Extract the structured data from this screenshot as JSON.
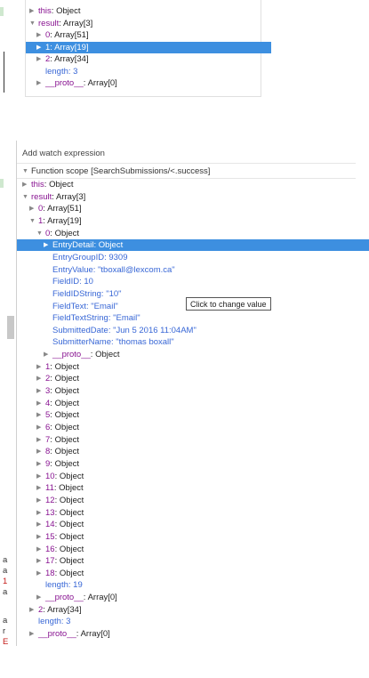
{
  "top": {
    "rows": [
      {
        "depth": 0,
        "name": "this",
        "value": "Object",
        "expand": "collapsed"
      },
      {
        "depth": 0,
        "name": "result",
        "value": "Array[3]",
        "expand": "expanded"
      },
      {
        "depth": 1,
        "name": "0",
        "value": "Array[51]",
        "expand": "collapsed"
      },
      {
        "depth": 1,
        "name": "1",
        "value": "Array[19]",
        "expand": "collapsed",
        "selected": true
      },
      {
        "depth": 1,
        "name": "2",
        "value": "Array[34]",
        "expand": "collapsed"
      },
      {
        "depth": 1,
        "name": "length",
        "value": "3",
        "plain": true
      },
      {
        "depth": 1,
        "name": "__proto__",
        "value": "Array[0]",
        "expand": "collapsed"
      }
    ]
  },
  "watch": {
    "header": "Add watch expression",
    "scope": "Function scope [SearchSubmissions/<.success]",
    "rows": [
      {
        "depth": 0,
        "name": "this",
        "value": "Object",
        "expand": "collapsed"
      },
      {
        "depth": 0,
        "name": "result",
        "value": "Array[3]",
        "expand": "expanded"
      },
      {
        "depth": 1,
        "name": "0",
        "value": "Array[51]",
        "expand": "collapsed"
      },
      {
        "depth": 1,
        "name": "1",
        "value": "Array[19]",
        "expand": "expanded"
      },
      {
        "depth": 2,
        "name": "0",
        "value": "Object",
        "expand": "expanded"
      },
      {
        "depth": 3,
        "name": "EntryDetail",
        "value": "Object",
        "expand": "collapsed",
        "selected": true
      },
      {
        "depth": 3,
        "name": "EntryGroupID",
        "value": "9309",
        "plain": true
      },
      {
        "depth": 3,
        "name": "EntryValue",
        "value": "\"tboxall@lexcom.ca\"",
        "plain": true
      },
      {
        "depth": 3,
        "name": "FieldID",
        "value": "10",
        "plain": true
      },
      {
        "depth": 3,
        "name": "FieldIDString",
        "value": "\"10\"",
        "plain": true
      },
      {
        "depth": 3,
        "name": "FieldText",
        "value": "\"Email\"",
        "plain": true
      },
      {
        "depth": 3,
        "name": "FieldTextString",
        "value": "\"Email\"",
        "plain": true
      },
      {
        "depth": 3,
        "name": "SubmittedDate",
        "value": "\"Jun  5 2016 11:04AM\"",
        "plain": true
      },
      {
        "depth": 3,
        "name": "SubmitterName",
        "value": "\"thomas boxall\"",
        "plain": true
      },
      {
        "depth": 3,
        "name": "__proto__",
        "value": "Object",
        "expand": "collapsed"
      },
      {
        "depth": 2,
        "name": "1",
        "value": "Object",
        "expand": "collapsed"
      },
      {
        "depth": 2,
        "name": "2",
        "value": "Object",
        "expand": "collapsed"
      },
      {
        "depth": 2,
        "name": "3",
        "value": "Object",
        "expand": "collapsed"
      },
      {
        "depth": 2,
        "name": "4",
        "value": "Object",
        "expand": "collapsed"
      },
      {
        "depth": 2,
        "name": "5",
        "value": "Object",
        "expand": "collapsed"
      },
      {
        "depth": 2,
        "name": "6",
        "value": "Object",
        "expand": "collapsed"
      },
      {
        "depth": 2,
        "name": "7",
        "value": "Object",
        "expand": "collapsed"
      },
      {
        "depth": 2,
        "name": "8",
        "value": "Object",
        "expand": "collapsed"
      },
      {
        "depth": 2,
        "name": "9",
        "value": "Object",
        "expand": "collapsed"
      },
      {
        "depth": 2,
        "name": "10",
        "value": "Object",
        "expand": "collapsed"
      },
      {
        "depth": 2,
        "name": "11",
        "value": "Object",
        "expand": "collapsed"
      },
      {
        "depth": 2,
        "name": "12",
        "value": "Object",
        "expand": "collapsed"
      },
      {
        "depth": 2,
        "name": "13",
        "value": "Object",
        "expand": "collapsed"
      },
      {
        "depth": 2,
        "name": "14",
        "value": "Object",
        "expand": "collapsed"
      },
      {
        "depth": 2,
        "name": "15",
        "value": "Object",
        "expand": "collapsed"
      },
      {
        "depth": 2,
        "name": "16",
        "value": "Object",
        "expand": "collapsed"
      },
      {
        "depth": 2,
        "name": "17",
        "value": "Object",
        "expand": "collapsed"
      },
      {
        "depth": 2,
        "name": "18",
        "value": "Object",
        "expand": "collapsed"
      },
      {
        "depth": 2,
        "name": "length",
        "value": "19",
        "plain": true
      },
      {
        "depth": 2,
        "name": "__proto__",
        "value": "Array[0]",
        "expand": "collapsed"
      },
      {
        "depth": 1,
        "name": "2",
        "value": "Array[34]",
        "expand": "collapsed"
      },
      {
        "depth": 1,
        "name": "length",
        "value": "3",
        "plain": true
      },
      {
        "depth": 1,
        "name": "__proto__",
        "value": "Array[0]",
        "expand": "collapsed"
      }
    ]
  },
  "tooltip": "Click to change value",
  "left_gutter": [
    "a",
    "a",
    "1",
    "a",
    "a",
    "r",
    "E"
  ],
  "colors": {
    "selection": "#3d8fe0",
    "accent_top": "#3d8fe0",
    "key": "#881391",
    "plain_key": "#3867d6"
  }
}
